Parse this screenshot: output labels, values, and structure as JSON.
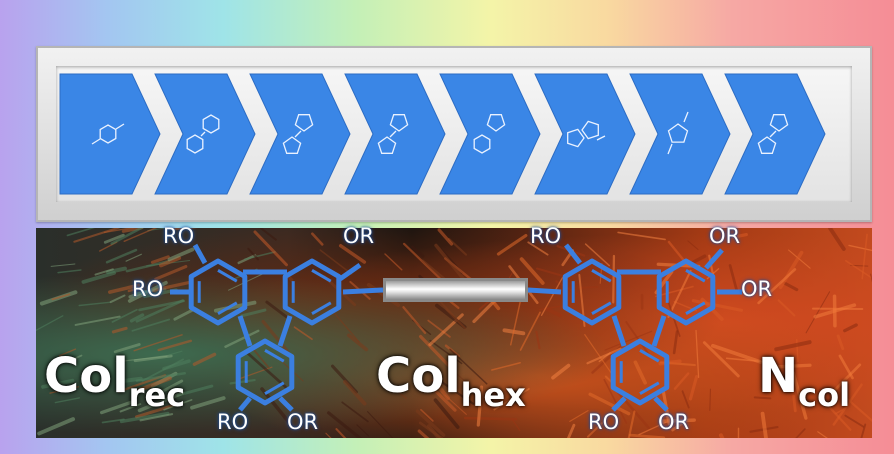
{
  "colors": {
    "arrow_blue": "#3a86e6",
    "bond_blue": "#3b7fe0",
    "label_white": "#ffffff"
  },
  "arrows": [
    {
      "name": "arrow-1-benzene"
    },
    {
      "name": "arrow-2-biphenyl"
    },
    {
      "name": "arrow-3-bithiophene"
    },
    {
      "name": "arrow-4-bithiophene"
    },
    {
      "name": "arrow-5-phenyl-thiophene"
    },
    {
      "name": "arrow-6-fused-heterocycle"
    },
    {
      "name": "arrow-7-thiophene"
    },
    {
      "name": "arrow-8-bithiophene"
    }
  ],
  "phases": {
    "left": {
      "main": "Col",
      "sub": "rec"
    },
    "middle": {
      "main": "Col",
      "sub": "hex"
    },
    "right": {
      "main": "N",
      "sub": "col"
    }
  },
  "substituents": {
    "ro": "RO",
    "or": "OR"
  }
}
